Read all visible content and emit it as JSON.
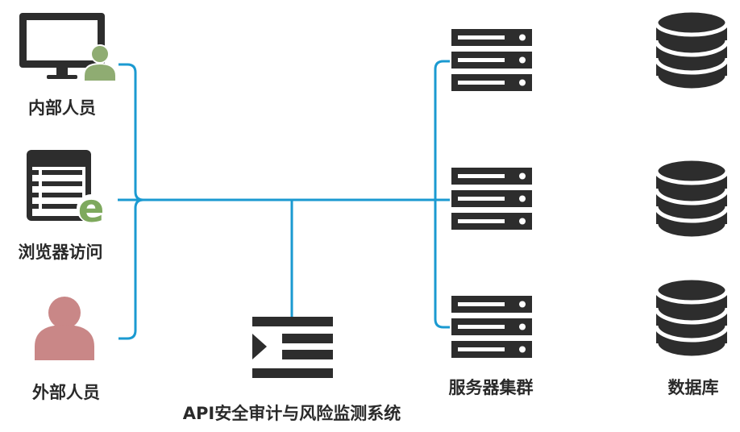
{
  "labels": {
    "internal": "内部人员",
    "browser": "浏览器访问",
    "external": "外部人员",
    "api_system": "API安全审计与风险监测系统",
    "server_cluster": "服务器集群",
    "database": "数据库"
  },
  "icons": {
    "internal": "desktop-monitor-with-user-icon",
    "browser": "browser-window-with-e-icon",
    "external": "person-icon",
    "api_system": "audit-system-icon",
    "servers": "server-rack-icon",
    "databases": "database-cylinder-icon"
  },
  "colors": {
    "connector": "#1b9ad1",
    "icon_dark": "#2d2d2d",
    "internal_user": "#8fac72",
    "browser_e": "#7ea95d",
    "external_person": "#c98787"
  }
}
